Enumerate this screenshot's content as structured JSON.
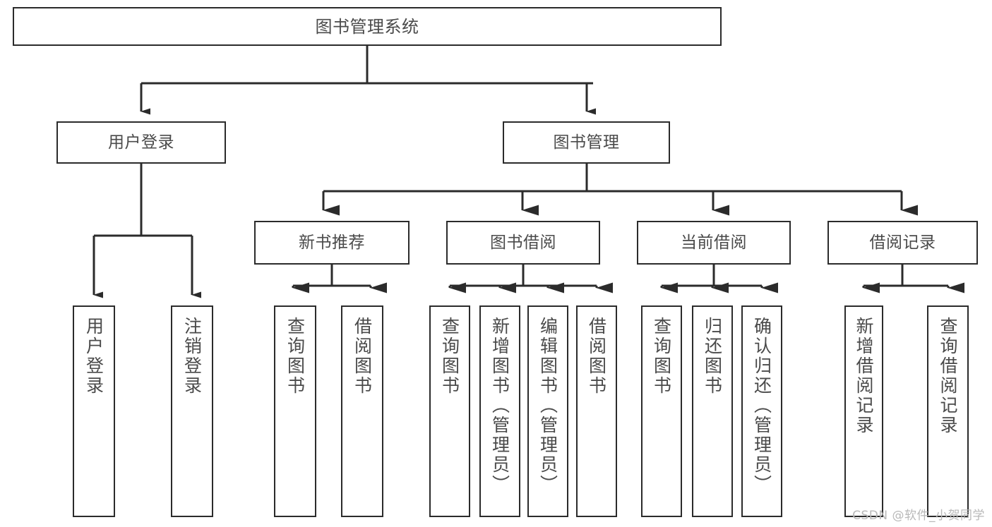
{
  "diagram": {
    "title": "图书管理系统",
    "type": "hierarchy-tree",
    "levels": 4,
    "root": {
      "id": "root",
      "label": "图书管理系统"
    },
    "level2": [
      {
        "id": "user-login",
        "label": "用户登录"
      },
      {
        "id": "book-manage",
        "label": "图书管理"
      }
    ],
    "level3": [
      {
        "id": "new-book-rec",
        "label": "新书推荐",
        "parent": "book-manage"
      },
      {
        "id": "book-borrow",
        "label": "图书借阅",
        "parent": "book-manage"
      },
      {
        "id": "current-borrow",
        "label": "当前借阅",
        "parent": "book-manage"
      },
      {
        "id": "borrow-record",
        "label": "借阅记录",
        "parent": "book-manage"
      }
    ],
    "leaves": {
      "user-login": [
        {
          "id": "leaf-user-login",
          "label": "用户登录"
        },
        {
          "id": "leaf-user-logout",
          "label": "注销登录"
        }
      ],
      "new-book-rec": [
        {
          "id": "leaf-query-book-1",
          "label": "查询图书"
        },
        {
          "id": "leaf-borrow-book-1",
          "label": "借阅图书"
        }
      ],
      "book-borrow": [
        {
          "id": "leaf-query-book-2",
          "label": "查询图书"
        },
        {
          "id": "leaf-add-book",
          "label": "新增图书（管理员）"
        },
        {
          "id": "leaf-edit-book",
          "label": "编辑图书（管理员）"
        },
        {
          "id": "leaf-borrow-book-2",
          "label": "借阅图书"
        }
      ],
      "current-borrow": [
        {
          "id": "leaf-query-book-3",
          "label": "查询图书"
        },
        {
          "id": "leaf-return-book",
          "label": "归还图书"
        },
        {
          "id": "leaf-confirm-return",
          "label": "确认归还（管理员）"
        }
      ],
      "borrow-record": [
        {
          "id": "leaf-add-record",
          "label": "新增借阅记录"
        },
        {
          "id": "leaf-query-record",
          "label": "查询借阅记录"
        }
      ]
    }
  },
  "watermark": {
    "text": "CSDN @软件_小贺同学"
  },
  "colors": {
    "stroke": "#2b2b2b",
    "text": "#4a4a4a",
    "background": "#ffffff",
    "watermark": "#b8b8b8"
  }
}
